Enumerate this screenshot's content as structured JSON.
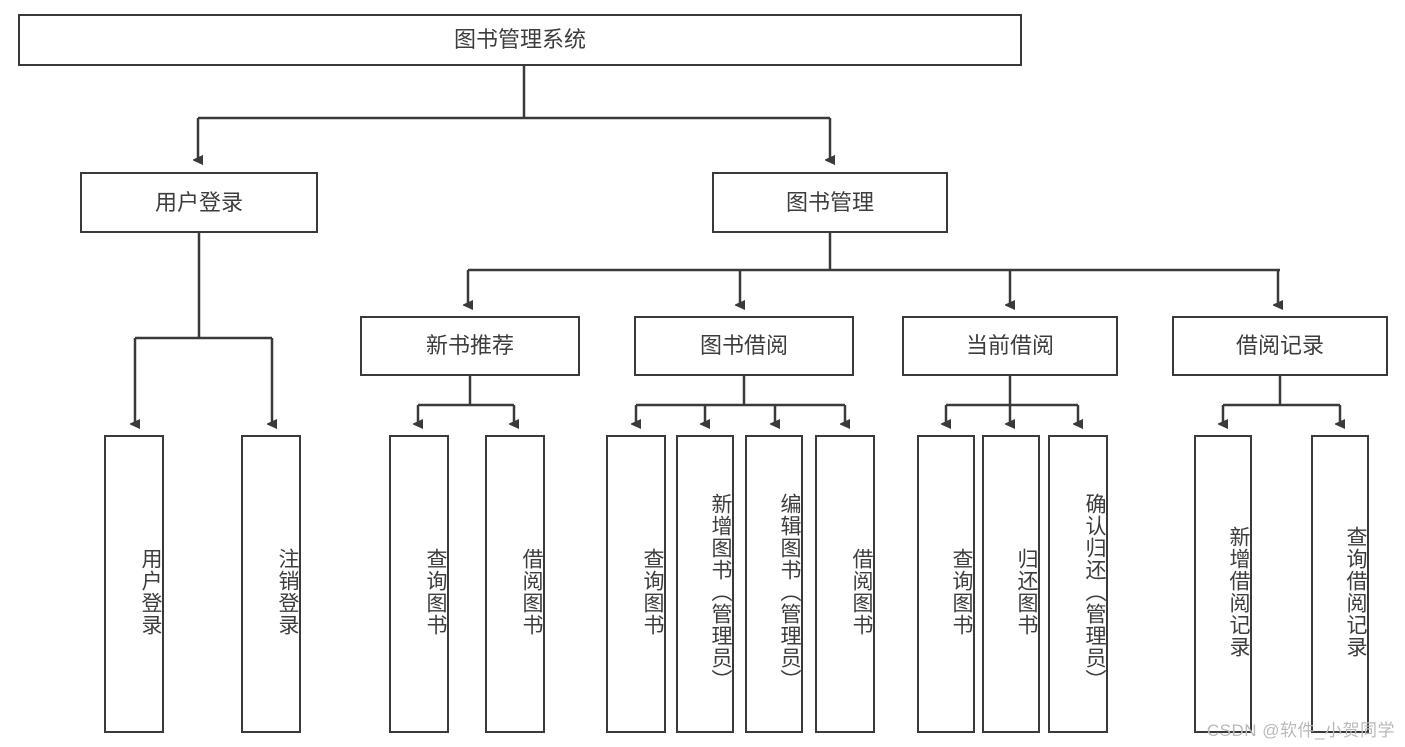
{
  "diagram": {
    "title": "图书管理系统",
    "type": "tree",
    "root": {
      "label": "图书管理系统"
    },
    "level1": [
      {
        "id": "user-login",
        "label": "用户登录"
      },
      {
        "id": "book-manage",
        "label": "图书管理"
      }
    ],
    "level2": [
      {
        "id": "new-book-recommend",
        "label": "新书推荐",
        "parent": "book-manage"
      },
      {
        "id": "book-borrow",
        "label": "图书借阅",
        "parent": "book-manage"
      },
      {
        "id": "current-borrow",
        "label": "当前借阅",
        "parent": "book-manage"
      },
      {
        "id": "borrow-record",
        "label": "借阅记录",
        "parent": "book-manage"
      }
    ],
    "leaves": [
      {
        "id": "leaf-user-login",
        "label": "用户登录",
        "parent": "user-login"
      },
      {
        "id": "leaf-logout-login",
        "label": "注销登录",
        "parent": "user-login"
      },
      {
        "id": "leaf-query-book-1",
        "label": "查询图书",
        "parent": "new-book-recommend"
      },
      {
        "id": "leaf-borrow-book-1",
        "label": "借阅图书",
        "parent": "new-book-recommend"
      },
      {
        "id": "leaf-query-book-2",
        "label": "查询图书",
        "parent": "book-borrow"
      },
      {
        "id": "leaf-add-book",
        "label": "新增图书（管理员）",
        "parent": "book-borrow"
      },
      {
        "id": "leaf-edit-book",
        "label": "编辑图书（管理员）",
        "parent": "book-borrow"
      },
      {
        "id": "leaf-borrow-book-2",
        "label": "借阅图书",
        "parent": "book-borrow"
      },
      {
        "id": "leaf-query-book-3",
        "label": "查询图书",
        "parent": "current-borrow"
      },
      {
        "id": "leaf-return-book",
        "label": "归还图书",
        "parent": "current-borrow"
      },
      {
        "id": "leaf-confirm-return",
        "label": "确认归还（管理员）",
        "parent": "current-borrow"
      },
      {
        "id": "leaf-add-record",
        "label": "新增借阅记录",
        "parent": "borrow-record"
      },
      {
        "id": "leaf-query-record",
        "label": "查询借阅记录",
        "parent": "borrow-record"
      }
    ],
    "colors": {
      "stroke": "#3a3a3a",
      "text": "#3d3d3d",
      "background": "#ffffff",
      "watermark": "#b9b9b9"
    }
  },
  "watermark": {
    "text": "CSDN @软件_小贺同学"
  }
}
